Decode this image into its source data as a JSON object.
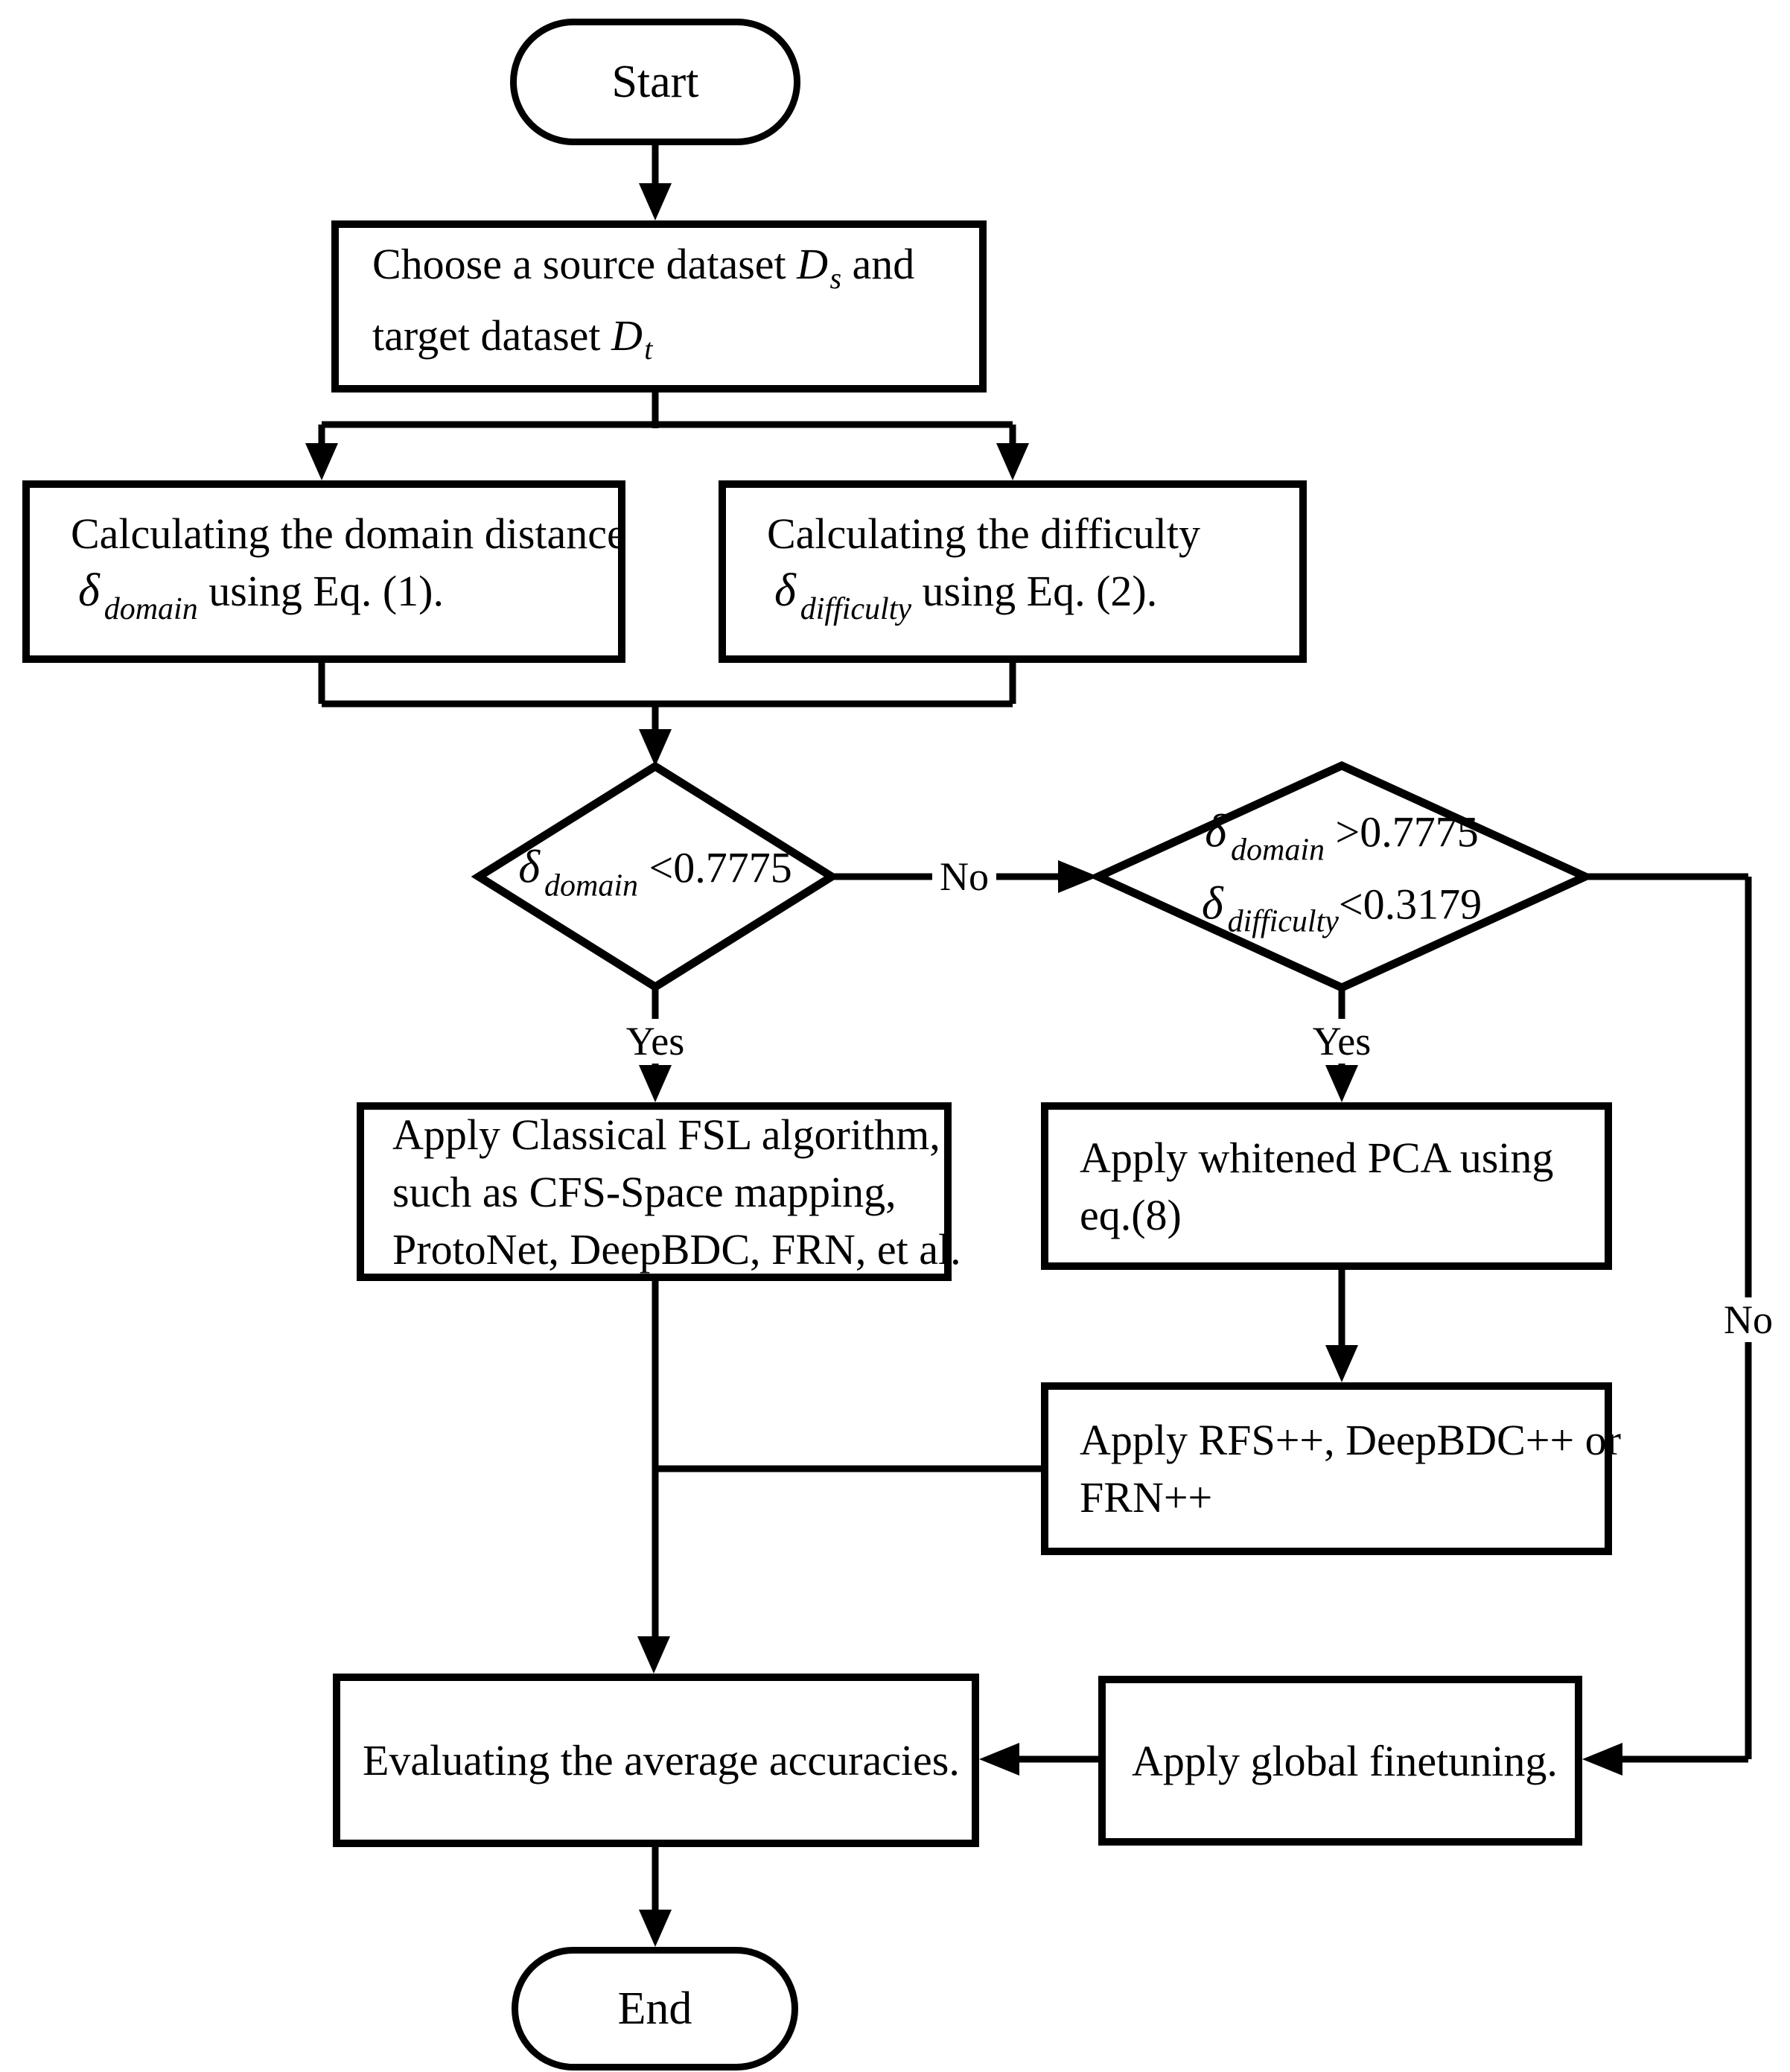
{
  "colors": {
    "stroke": "#000000",
    "background": "#ffffff"
  },
  "nodes": {
    "start": {
      "label": "Start"
    },
    "choose": {
      "line1": {
        "pre": "Choose a source dataset ",
        "var": "D",
        "sub": "s",
        "post": " and"
      },
      "line2": {
        "pre": "target dataset ",
        "var": "D",
        "sub": "t",
        "post": ""
      }
    },
    "calc_domain": {
      "line1": "Calculating the domain distance",
      "formula": {
        "delta": "δ",
        "sub": "domain",
        "rest": " using Eq. (1)."
      }
    },
    "calc_difficulty": {
      "line1": "Calculating the difficulty",
      "formula": {
        "delta": "δ",
        "sub": "difficulty",
        "rest": " using Eq. (2)."
      }
    },
    "decision_left": {
      "formula": {
        "delta": "δ",
        "sub": "domain",
        "rest": " <0.7775"
      }
    },
    "decision_right": {
      "formula1": {
        "delta": "δ",
        "sub": "domain",
        "rest": " >0.7775"
      },
      "formula2": {
        "delta": "δ",
        "sub": "difficulty",
        "rest": "<0.3179"
      }
    },
    "classical": {
      "lines": [
        "Apply Classical FSL algorithm,",
        "such as CFS-Space mapping,",
        "ProtoNet, DeepBDC, FRN, et al."
      ]
    },
    "pca": {
      "lines": [
        "Apply whitened PCA using",
        "eq.(8)"
      ]
    },
    "rfs": {
      "lines": [
        "Apply RFS++, DeepBDC++ or",
        "FRN++"
      ]
    },
    "evaluate": {
      "label": "Evaluating the average accuracies."
    },
    "finetune": {
      "label": "Apply global finetuning."
    },
    "end": {
      "label": "End"
    }
  },
  "edge_labels": {
    "yes_left": "Yes",
    "yes_right": "Yes",
    "no_middle": "No",
    "no_right": "No"
  }
}
